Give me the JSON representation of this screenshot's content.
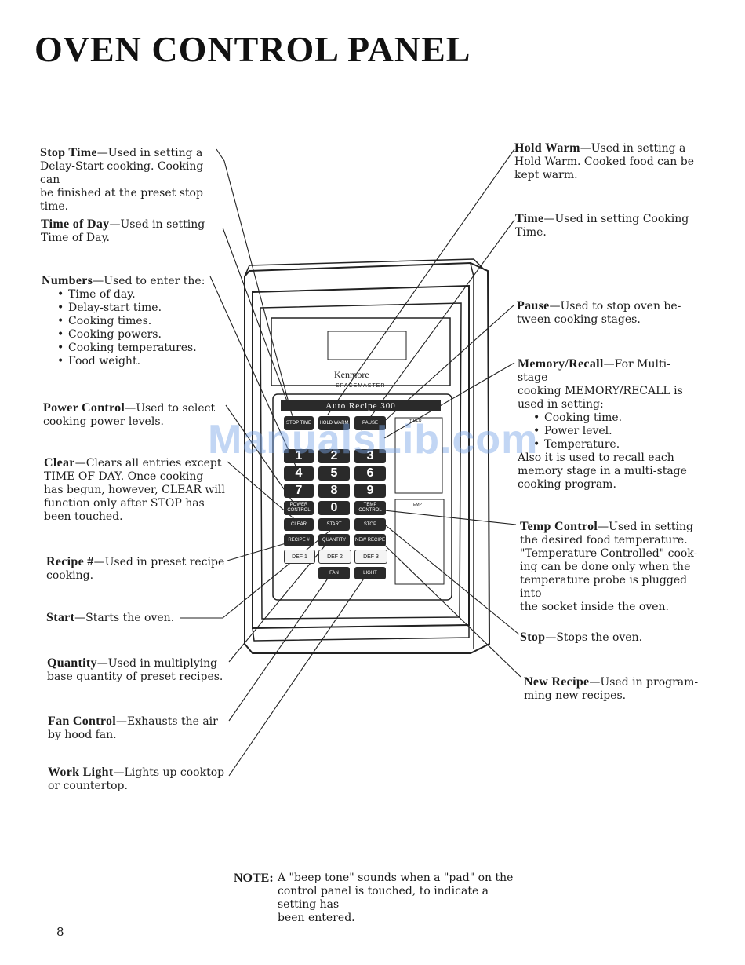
{
  "page": {
    "title": "OVEN CONTROL PANEL",
    "page_number": "8",
    "watermark": "ManualsLib.com"
  },
  "callouts": {
    "stop_time": {
      "term": "Stop Time",
      "desc_lines": [
        "—Used in setting a",
        "Delay-Start cooking. Cooking can",
        "be finished at the preset stop time."
      ]
    },
    "time_of_day": {
      "term": "Time of Day",
      "desc_lines": [
        "—Used in setting",
        "Time of Day."
      ]
    },
    "numbers": {
      "term": "Numbers",
      "desc": "—Used to enter the:",
      "items": [
        "Time of day.",
        "Delay-start time.",
        "Cooking times.",
        "Cooking powers.",
        "Cooking temperatures.",
        "Food weight."
      ]
    },
    "power_control": {
      "term": "Power Control",
      "desc_lines": [
        "—Used to select",
        "cooking power levels."
      ]
    },
    "clear": {
      "term": "Clear",
      "desc_lines": [
        "—Clears all entries except",
        "TIME OF DAY. Once cooking",
        "has begun, however, CLEAR will",
        "function only after STOP has",
        "been touched."
      ]
    },
    "recipe_num": {
      "term": "Recipe #",
      "desc_lines": [
        "—Used in preset recipe",
        "cooking."
      ]
    },
    "start": {
      "term": "Start",
      "desc_lines": [
        "—Starts the oven."
      ]
    },
    "quantity": {
      "term": "Quantity",
      "desc_lines": [
        "—Used in multiplying",
        "base quantity of preset recipes."
      ]
    },
    "fan_control": {
      "term": "Fan Control",
      "desc_lines": [
        "—Exhausts the air",
        "by hood fan."
      ]
    },
    "work_light": {
      "term": "Work Light",
      "desc_lines": [
        "—Lights up cooktop",
        "or countertop."
      ]
    },
    "hold_warm": {
      "term": "Hold Warm",
      "desc_lines": [
        "—Used in setting a",
        "Hold Warm. Cooked food can be",
        "kept warm."
      ]
    },
    "time": {
      "term": "Time",
      "desc_lines": [
        "—Used in setting Cooking",
        "Time."
      ]
    },
    "pause": {
      "term": "Pause",
      "desc_lines": [
        "—Used to stop oven be-",
        "tween cooking stages."
      ]
    },
    "memory_recall": {
      "term": "Memory/Recall",
      "desc_lines": [
        "—For Multi-stage",
        "cooking MEMORY/RECALL is",
        "used in setting:"
      ],
      "items": [
        "Cooking time.",
        "Power level.",
        "Temperature."
      ],
      "tail_lines": [
        "Also it is used to recall each",
        "memory stage in a multi-stage",
        "cooking program."
      ]
    },
    "temp_control": {
      "term": "Temp Control",
      "desc_lines": [
        "—Used in setting",
        "the desired food temperature.",
        "\"Temperature Controlled\" cook-",
        "ing can be done only when the",
        "temperature probe is plugged into",
        "the socket inside the oven."
      ]
    },
    "stop": {
      "term": "Stop",
      "desc_lines": [
        "—Stops the oven."
      ]
    },
    "new_recipe": {
      "term": "New Recipe",
      "desc_lines": [
        "—Used in program-",
        "ming new recipes."
      ]
    }
  },
  "note": {
    "label": "NOTE:",
    "lines": [
      "A \"beep tone\" sounds when a \"pad\" on the",
      "control panel is touched, to indicate a setting has",
      "been entered."
    ]
  },
  "panel": {
    "brand": "Kenmore",
    "model": "SPACEMASTER",
    "auto_recipe": "Auto Recipe 300",
    "timer_label": "TIMER",
    "temp_label": "TEMP",
    "keys": {
      "stop_time": "STOP TIME",
      "hold_warm": "HOLD WARM",
      "pause": "PAUSE",
      "n1": "1",
      "n2": "2",
      "n3": "3",
      "n4": "4",
      "n5": "5",
      "n6": "6",
      "n7": "7",
      "n8": "8",
      "n9": "9",
      "power_control": "POWER CONTROL",
      "n0": "0",
      "temp_control": "TEMP CONTROL",
      "clear": "CLEAR",
      "start": "START",
      "stop": "STOP",
      "recipe": "RECIPE #",
      "quantity": "QUANTITY",
      "new_recipe": "NEW RECIPE",
      "def1": "DEF 1",
      "def2": "DEF 2",
      "def3": "DEF 3",
      "fan": "FAN",
      "light": "LIGHT"
    }
  },
  "colors": {
    "ink": "#1a1a1a",
    "panel_dark": "#2a2a2a",
    "watermark": "#78a5e6"
  }
}
